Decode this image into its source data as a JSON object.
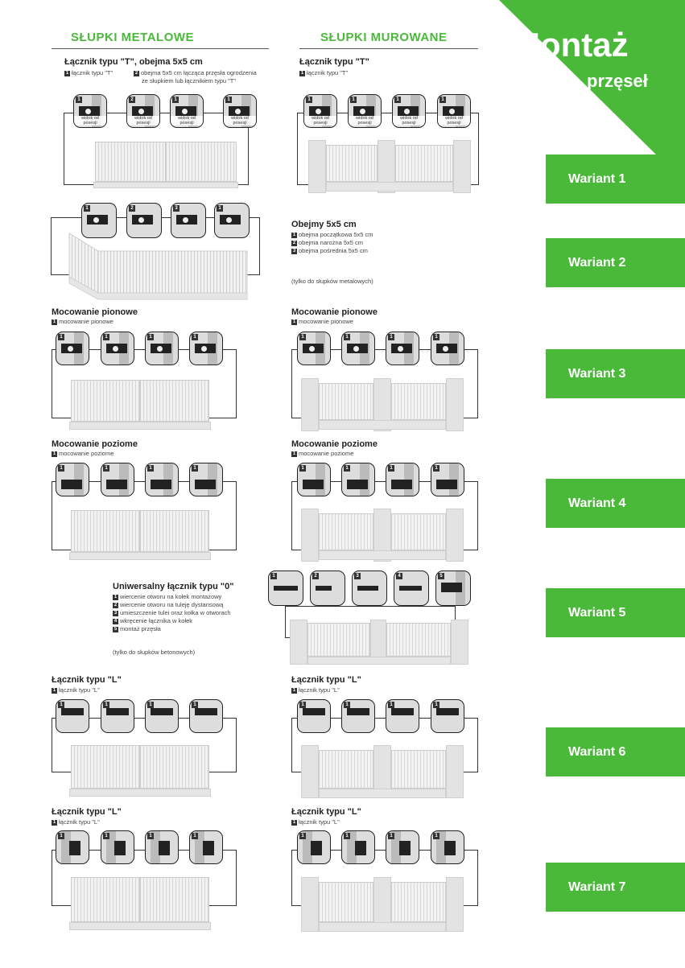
{
  "header": {
    "col_left": "SŁUPKI METALOWE",
    "col_right": "SŁUPKI MUROWANE",
    "title": "Montaż",
    "subtitle": "przęseł"
  },
  "colors": {
    "accent": "#4ab93a",
    "text": "#222222"
  },
  "variants": [
    "Wariant 1",
    "Wariant 2",
    "Wariant 3",
    "Wariant 4",
    "Wariant 5",
    "Wariant 6",
    "Wariant 7"
  ],
  "v1": {
    "left_title": "Łącznik typu \"T\", obejma 5x5 cm",
    "left_n1": "1",
    "left_note1": "łącznik typu \"T\"",
    "left_n2": "2",
    "left_note2a": "obejma 5x5 cm łącząca przęsła ogrodzenia",
    "left_note2b": "ze słupkiem lub łącznikiem typu \"T\"",
    "right_title": "Łącznik typu \"T\"",
    "right_n1": "1",
    "right_note1": "łącznik typu \"T\"",
    "left_tile_nums": [
      "1",
      "2",
      "1",
      "1"
    ],
    "right_tile_nums": [
      "1",
      "1",
      "1",
      "1"
    ],
    "view_label": "widok od posesji"
  },
  "v2": {
    "tile_nums": [
      "1",
      "2",
      "3",
      "1"
    ],
    "right_title": "Obejmy 5x5 cm",
    "n1": "1",
    "note1": "obejma początkowa 5x5 cm",
    "n2": "2",
    "note2": "obejma narożna 5x5 cm",
    "n3": "3",
    "note3": "obejma pośrednia 5x5 cm",
    "note_only": "(tylko do słupków metalowych)"
  },
  "v3": {
    "title": "Mocowanie pionowe",
    "n1": "1",
    "note1": "mocowanie pionowe",
    "tile_nums": [
      "1",
      "1",
      "1",
      "1"
    ]
  },
  "v4": {
    "title": "Mocowanie poziome",
    "n1": "1",
    "note1": "mocowanie poziome",
    "tile_nums": [
      "1",
      "1",
      "1",
      "1"
    ]
  },
  "v5": {
    "title": "Uniwersalny łącznik typu \"0\"",
    "steps": [
      {
        "n": "1",
        "text": "wiercenie otworu na kołek montażowy"
      },
      {
        "n": "2",
        "text": "wiercenie otworu na tuleję dystansową"
      },
      {
        "n": "3",
        "text": "umieszczenie tulei oraz kołka w otworach"
      },
      {
        "n": "4",
        "text": "wkręcenie łącznika w kołek"
      },
      {
        "n": "5",
        "text": "montaż przęsła"
      }
    ],
    "tile_nums": [
      "1",
      "2",
      "3",
      "4",
      "5"
    ],
    "note_only": "(tylko do słupków betonowych)"
  },
  "v6": {
    "title": "Łącznik typu \"L\"",
    "n1": "1",
    "note1": "łącznik typu \"L\"",
    "tile_nums": [
      "1",
      "1",
      "1",
      "1"
    ]
  },
  "v7": {
    "title": "Łącznik typu \"L\"",
    "n1": "1",
    "note1": "łącznik typu \"L\"",
    "tile_nums": [
      "1",
      "1",
      "1",
      "1"
    ]
  }
}
